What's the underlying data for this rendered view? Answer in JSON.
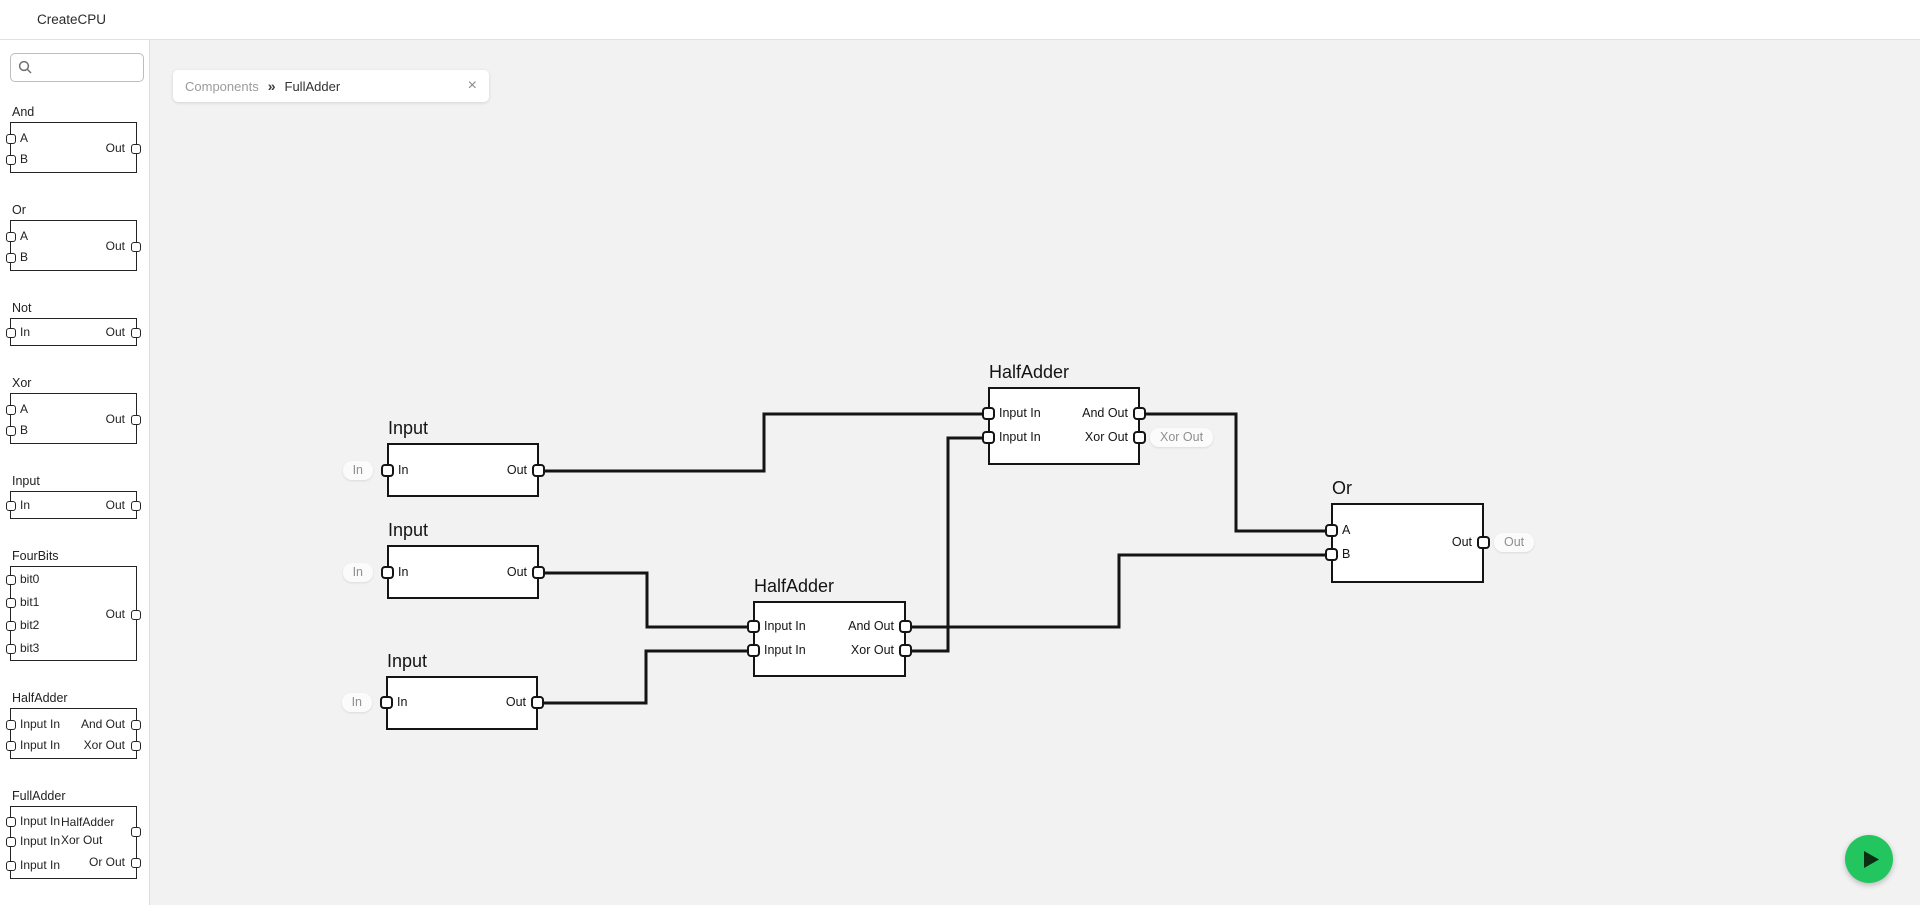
{
  "header": {
    "title": "CreateCPU"
  },
  "sidebar": {
    "search": {
      "placeholder": ""
    },
    "items": [
      {
        "id": "and",
        "title": "And",
        "inputs": [
          "A",
          "B"
        ],
        "outputs": [
          "Out"
        ]
      },
      {
        "id": "or",
        "title": "Or",
        "inputs": [
          "A",
          "B"
        ],
        "outputs": [
          "Out"
        ]
      },
      {
        "id": "not",
        "title": "Not",
        "inputs": [
          "In"
        ],
        "outputs": [
          "Out"
        ]
      },
      {
        "id": "xor",
        "title": "Xor",
        "inputs": [
          "A",
          "B"
        ],
        "outputs": [
          "Out"
        ]
      },
      {
        "id": "input",
        "title": "Input",
        "inputs": [
          "In"
        ],
        "outputs": [
          "Out"
        ]
      },
      {
        "id": "fourbits",
        "title": "FourBits",
        "inputs": [
          "bit0",
          "bit1",
          "bit2",
          "bit3"
        ],
        "outputs": [
          "Out"
        ]
      },
      {
        "id": "halfadder",
        "title": "HalfAdder",
        "inputs": [
          "Input In",
          "Input In"
        ],
        "outputs": [
          "And Out",
          "Xor Out"
        ]
      },
      {
        "id": "fulladder",
        "title": "FullAdder",
        "inputs": [
          "Input In",
          "Input In",
          "Input In"
        ],
        "outputs": [
          "HalfAdder Xor Out",
          "Or Out"
        ]
      }
    ]
  },
  "tab": {
    "breadcrumb_root": "Components",
    "breadcrumb_separator": "»",
    "active": "FullAdder",
    "close_icon": "×"
  },
  "canvas": {
    "blocks": [
      {
        "id": "input1",
        "title": "Input",
        "inputs": [
          {
            "label": "In",
            "pill": "In"
          }
        ],
        "outputs": [
          {
            "label": "Out"
          }
        ]
      },
      {
        "id": "input2",
        "title": "Input",
        "inputs": [
          {
            "label": "In",
            "pill": "In"
          }
        ],
        "outputs": [
          {
            "label": "Out"
          }
        ]
      },
      {
        "id": "input3",
        "title": "Input",
        "inputs": [
          {
            "label": "In",
            "pill": "In"
          }
        ],
        "outputs": [
          {
            "label": "Out"
          }
        ]
      },
      {
        "id": "halfadder_top",
        "title": "HalfAdder",
        "inputs": [
          {
            "label": "Input In"
          },
          {
            "label": "Input In"
          }
        ],
        "outputs": [
          {
            "label": "And Out"
          },
          {
            "label": "Xor Out",
            "pill": "Xor Out"
          }
        ]
      },
      {
        "id": "halfadder_bottom",
        "title": "HalfAdder",
        "inputs": [
          {
            "label": "Input In"
          },
          {
            "label": "Input In"
          }
        ],
        "outputs": [
          {
            "label": "And Out"
          },
          {
            "label": "Xor Out"
          }
        ]
      },
      {
        "id": "or1",
        "title": "Or",
        "inputs": [
          {
            "label": "A"
          },
          {
            "label": "B"
          }
        ],
        "outputs": [
          {
            "label": "Out",
            "pill": "Out"
          }
        ]
      }
    ],
    "connections": [
      {
        "from": "input1.Out",
        "to": "halfadder_top.Input In (1)"
      },
      {
        "from": "input2.Out",
        "to": "halfadder_bottom.Input In (1)"
      },
      {
        "from": "input3.Out",
        "to": "halfadder_bottom.Input In (2)"
      },
      {
        "from": "halfadder_bottom.Xor Out",
        "to": "halfadder_top.Input In (2)"
      },
      {
        "from": "halfadder_top.And Out",
        "to": "or1.A"
      },
      {
        "from": "halfadder_bottom.And Out",
        "to": "or1.B"
      }
    ]
  },
  "run_button": {
    "icon": "play-icon"
  },
  "colors": {
    "accent_green": "#22c55e",
    "wire": "#141414",
    "canvas_bg": "#f2f2f2"
  }
}
